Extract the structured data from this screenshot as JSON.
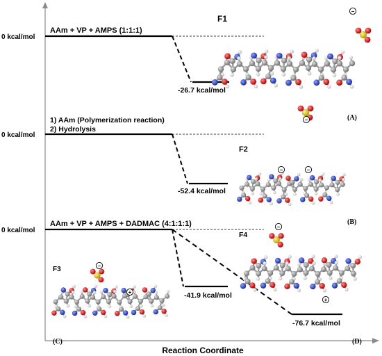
{
  "axis": {
    "xlabel": "Reaction Coordinate"
  },
  "levels": [
    {
      "zero_label": "0 kcal/mol",
      "reaction_lines": [
        "AAm + VP + AMPS (1:1:1)"
      ],
      "product_label": "F1",
      "energy_label": "-26.7 kcal/mol",
      "panel_label": "(A)"
    },
    {
      "zero_label": "0 kcal/mol",
      "reaction_lines": [
        "1) AAm (Polymerization reaction)",
        "2) Hydrolysis"
      ],
      "product_label": "F2",
      "energy_label": "-52.4 kcal/mol",
      "panel_label": "(B)"
    },
    {
      "zero_label": "0 kcal/mol",
      "reaction_lines": [
        "AAm + VP + AMPS + DADMAC  (4:1:1:1)"
      ],
      "products": [
        {
          "label": "F3",
          "energy_label": "-41.9 kcal/mol",
          "panel_label": "(C)"
        },
        {
          "label": "F4",
          "energy_label": "-76.7 kcal/mol",
          "panel_label": "(D)"
        }
      ]
    }
  ],
  "energies_kcal_per_mol": {
    "F1": -26.7,
    "F2": -52.4,
    "F3": -41.9,
    "F4": -76.7
  },
  "colors": {
    "line": "#000000",
    "axis": "#808080",
    "carbon": "#8c8c8c",
    "hydrogen": "#f2f2f2",
    "oxygen": "#dd1111",
    "nitrogen": "#2244cc",
    "sulfur": "#e8d020"
  }
}
